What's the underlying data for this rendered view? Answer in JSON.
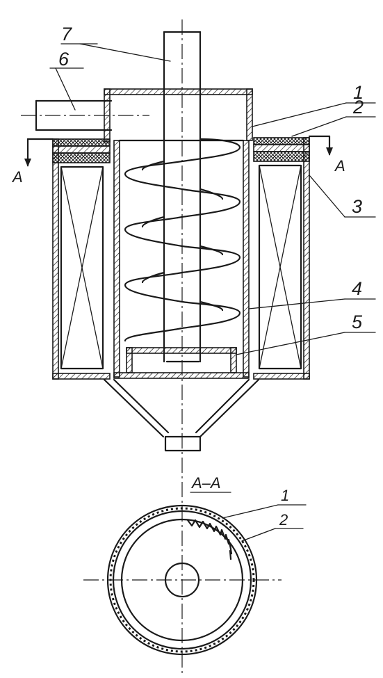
{
  "labels": {
    "part_1": "1",
    "part_2": "2",
    "part_3": "3",
    "part_4": "4",
    "part_5": "5",
    "part_6": "6",
    "part_7": "7",
    "section_mark_left": "A",
    "section_mark_right": "A",
    "section_title": "A–A",
    "section_part_1": "1",
    "section_part_2": "2"
  }
}
